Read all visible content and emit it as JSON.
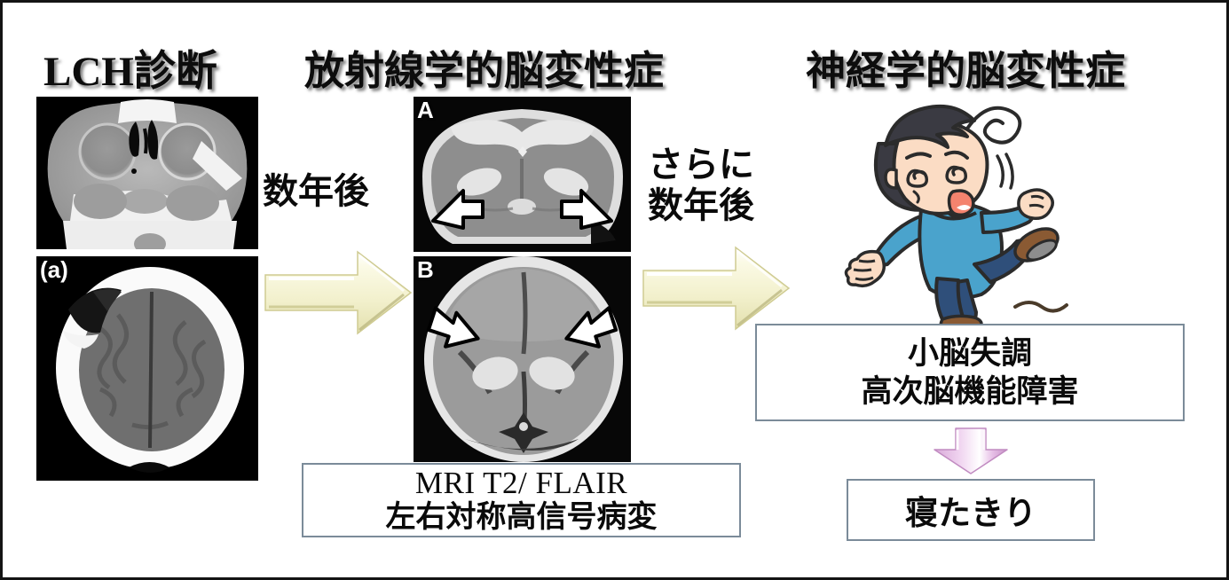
{
  "figure": {
    "border_color": "#141414",
    "background": "#ffffff"
  },
  "headings": {
    "stage1": "LCH診断",
    "stage2": "放射線学的脳変性症",
    "stage3": "神経学的脳変性症"
  },
  "transitions": {
    "arrow1_label": "数年後",
    "arrow2_label_line1": "さらに",
    "arrow2_label_line2": "数年後",
    "arrow_color": "#f2f0cc",
    "arrow_highlight": "#fbfae6",
    "arrow_shadow": "#b9b579"
  },
  "panels": {
    "ct_orbit": {
      "label": "",
      "description": "orbital-ct-scan"
    },
    "ct_skull": {
      "label": "(a)",
      "description": "skull-ct-lytic-lesion"
    },
    "mri_a": {
      "label": "A",
      "description": "cerebellum-mri-symmetric-hyperintensity"
    },
    "mri_b": {
      "label": "B",
      "description": "basal-ganglia-mri-symmetric-hyperintensity"
    }
  },
  "boxes": {
    "mri_caption_line1": "MRI T2/ FLAIR",
    "mri_caption_line2": "左右対称高信号病変",
    "symptoms_line1": "小脳失調",
    "symptoms_line2": "高次脳機能障害",
    "outcome": "寝たきり",
    "border_color": "#7b8b99"
  },
  "pink_arrow": {
    "color": "#e6bee6",
    "highlight": "#f6e2f6",
    "shadow": "#b887b8"
  },
  "cartoon": {
    "description": "man-stumbling-dizzy",
    "shirt_color": "#4aa3cc",
    "pants_color": "#2f4f7a",
    "skin_color": "#fbdcc4",
    "hair_color": "#3a3a42",
    "shoe_color": "#8a5a33"
  }
}
